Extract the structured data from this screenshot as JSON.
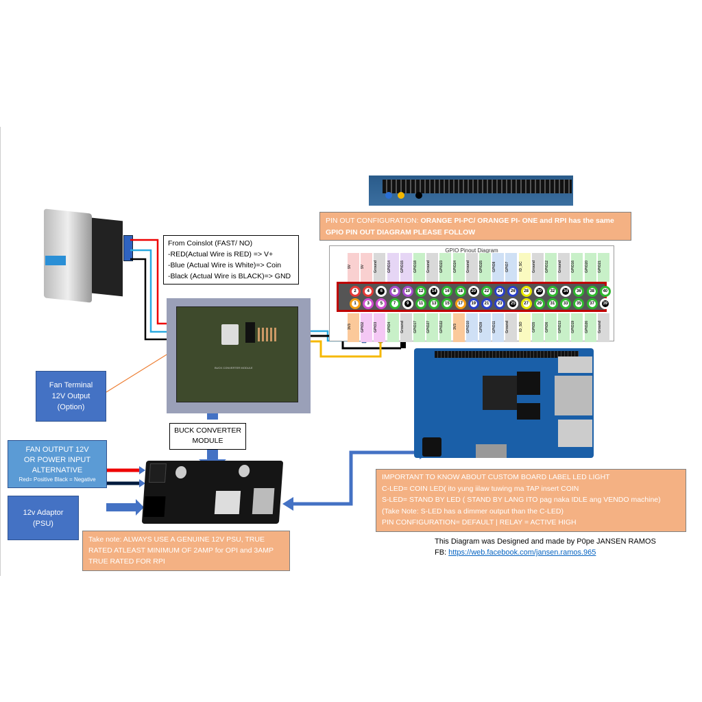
{
  "coinslot_box": {
    "title": "From Coinslot (FAST/ NO)",
    "lines": [
      "-RED(Actual Wire is RED) => V+",
      "-Blue (Actual Wire is White)=> Coin",
      "-Black (Actual Wire is BLACK)=> GND"
    ]
  },
  "pinout_note": {
    "prefix": "PIN OUT CONFIGURATION: ",
    "bold": "ORANGE PI-PC/ ORANGE PI- ONE and RPI has the same GPIO PIN OUT DIAGRAM PLEASE FOLLOW"
  },
  "pinout": {
    "title": "GPIO Pinout Diagram",
    "top_row": [
      {
        "n": "2",
        "label": "5V",
        "type": "power5"
      },
      {
        "n": "4",
        "label": "5V",
        "type": "power5"
      },
      {
        "n": "6",
        "label": "Ground",
        "type": "gnd"
      },
      {
        "n": "8",
        "label": "GPIO14",
        "type": "uart"
      },
      {
        "n": "10",
        "label": "GPIO15",
        "type": "uart"
      },
      {
        "n": "12",
        "label": "GPIO18",
        "type": "gpio"
      },
      {
        "n": "14",
        "label": "Ground",
        "type": "gnd"
      },
      {
        "n": "16",
        "label": "GPIO23",
        "type": "gpio"
      },
      {
        "n": "18",
        "label": "GPIO24",
        "type": "gpio"
      },
      {
        "n": "20",
        "label": "Ground",
        "type": "gnd"
      },
      {
        "n": "22",
        "label": "GPIO25",
        "type": "gpio"
      },
      {
        "n": "24",
        "label": "GPIO8",
        "type": "spi"
      },
      {
        "n": "26",
        "label": "GPIO7",
        "type": "spi"
      },
      {
        "n": "28",
        "label": "ID_SC",
        "type": "id"
      },
      {
        "n": "30",
        "label": "Ground",
        "type": "gnd"
      },
      {
        "n": "32",
        "label": "GPIO12",
        "type": "gpio"
      },
      {
        "n": "34",
        "label": "Ground",
        "type": "gnd"
      },
      {
        "n": "36",
        "label": "GPIO16",
        "type": "gpio"
      },
      {
        "n": "38",
        "label": "GPIO20",
        "type": "gpio"
      },
      {
        "n": "40",
        "label": "GPIO21",
        "type": "gpio"
      }
    ],
    "bottom_row": [
      {
        "n": "1",
        "label": "3V3",
        "type": "power3"
      },
      {
        "n": "3",
        "label": "GPIO2",
        "type": "i2c"
      },
      {
        "n": "5",
        "label": "GPIO3",
        "type": "i2c"
      },
      {
        "n": "7",
        "label": "GPIO4",
        "type": "gpio"
      },
      {
        "n": "9",
        "label": "Ground",
        "type": "gnd"
      },
      {
        "n": "11",
        "label": "GPIO17",
        "type": "gpio"
      },
      {
        "n": "13",
        "label": "GPIO27",
        "type": "gpio"
      },
      {
        "n": "15",
        "label": "GPIO22",
        "type": "gpio"
      },
      {
        "n": "17",
        "label": "3V3",
        "type": "power3"
      },
      {
        "n": "19",
        "label": "GPIO10",
        "type": "spi"
      },
      {
        "n": "21",
        "label": "GPIO9",
        "type": "spi"
      },
      {
        "n": "23",
        "label": "GPIO11",
        "type": "spi"
      },
      {
        "n": "25",
        "label": "Ground",
        "type": "gnd"
      },
      {
        "n": "27",
        "label": "ID_SD",
        "type": "id"
      },
      {
        "n": "29",
        "label": "GPIO5",
        "type": "gpio"
      },
      {
        "n": "31",
        "label": "GPIO6",
        "type": "gpio"
      },
      {
        "n": "33",
        "label": "GPIO13",
        "type": "gpio"
      },
      {
        "n": "35",
        "label": "GPIO19",
        "type": "gpio"
      },
      {
        "n": "37",
        "label": "GPIO26",
        "type": "gpio"
      },
      {
        "n": "39",
        "label": "Ground",
        "type": "gnd"
      }
    ],
    "colors": {
      "power5": "#e53935",
      "power3": "#f39c12",
      "gnd": "#000000",
      "gpio": "#2eb82e",
      "uart": "#a64dcc",
      "i2c": "#d14fd1",
      "spi": "#2a3fc7",
      "id": "#e6e600"
    },
    "label_bg": {
      "power5": "#f9d0d0",
      "power3": "#fbc99a",
      "gnd": "#d9d9d9",
      "gpio": "#c8f0c8",
      "uart": "#e6d6f5",
      "i2c": "#f4c8f4",
      "spi": "#cfe0f5",
      "id": "#fafac0"
    }
  },
  "fan_terminal": {
    "lines": [
      "Fan Terminal",
      "12V  Output",
      "(Option)"
    ]
  },
  "buck_label": {
    "lines": [
      "BUCK CONVERTER",
      "MODULE"
    ]
  },
  "fan_output": {
    "lines": [
      "FAN OUTPUT 12V",
      "OR POWER INPUT",
      "ALTERNATIVE"
    ],
    "small": "Red= Positive Black = Negative"
  },
  "adaptor": {
    "lines": [
      "12v Adaptor",
      "(PSU)"
    ]
  },
  "psu_note": {
    "text": "Take note: ALWAYS USE A GENUINE 12V PSU, TRUE RATED ATLEAST MINIMUM OF 2AMP for OPI and 3AMP TRUE RATED FOR RPI"
  },
  "led_note": {
    "lines": [
      "IMPORTANT TO KNOW ABOUT CUSTOM BOARD LABEL LED LIGHT",
      "C-LED= COIN LED( ito yung iilaw tuwing ma TAP insert COIN",
      "S-LED= STAND BY LED ( STAND BY LANG ITO pag naka IDLE ang VENDO machine)",
      "(Take Note: S-LED has a dimmer output than the C-LED)",
      "PIN CONFIGURATION= DEFAULT   |  RELAY = ACTIVE HIGH"
    ]
  },
  "credit": {
    "text": "This Diagram was Designed and made by P0pe JANSEN RAMOS",
    "fb_label": "FB: ",
    "fb_link": "https://web.facebook.com/jansen.ramos.965"
  },
  "board_silk": {
    "buck": "BUCK CONVERTER MODULE"
  }
}
